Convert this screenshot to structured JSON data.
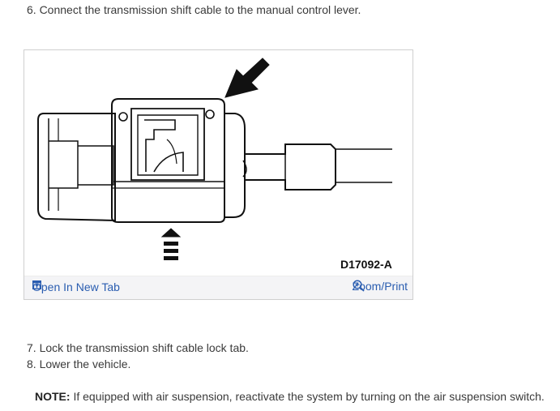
{
  "steps": {
    "step6": "6. Connect the transmission shift cable to the manual control lever.",
    "step7": "7. Lock the transmission shift cable lock tab.",
    "step8": "8. Lower the vehicle."
  },
  "figure": {
    "caption": "D17092-A",
    "open_tab_label": "Open In New Tab",
    "zoom_print_label": "Zoom/Print",
    "icons": {
      "open_tab": "open-new-tab-icon",
      "zoom": "zoom-in-icon"
    },
    "link_color": "#2a5db0"
  },
  "note": {
    "label": "NOTE:",
    "text": " If equipped with air suspension, reactivate the system by turning on the air suspension switch."
  }
}
